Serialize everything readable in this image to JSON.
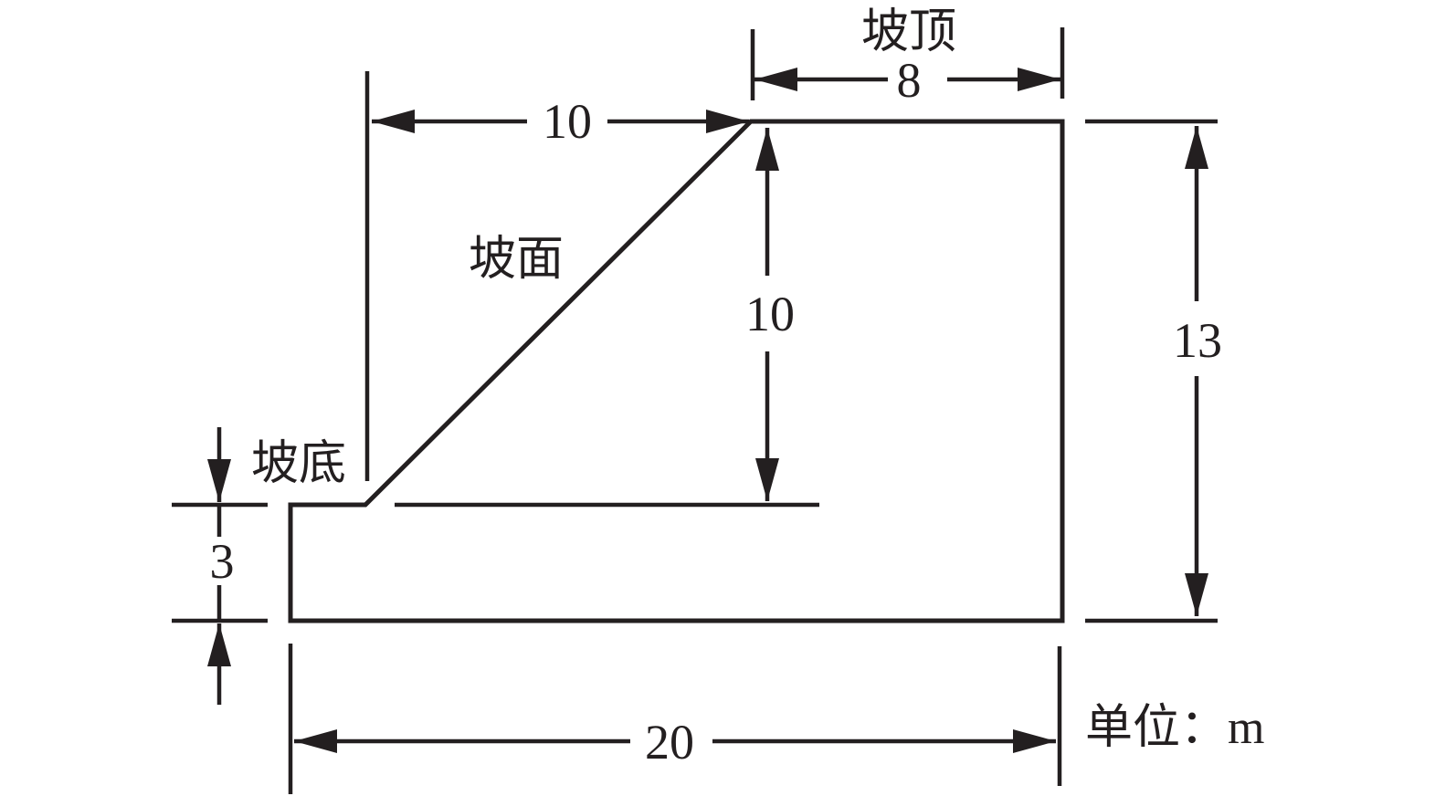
{
  "page": {
    "background": "#ffffff",
    "ink_color": "#231f20"
  },
  "diagram": {
    "labels": {
      "slope_top": "坡顶",
      "slope_face": "坡面",
      "slope_foot": "坡底"
    },
    "dimensions": {
      "crest_width_m": "8",
      "horizontal_run_m": "10",
      "vertical_rise_m": "10",
      "total_height_m": "13",
      "base_thickness_m": "3",
      "base_width_m": "20"
    },
    "unit_note": "单位：m"
  }
}
